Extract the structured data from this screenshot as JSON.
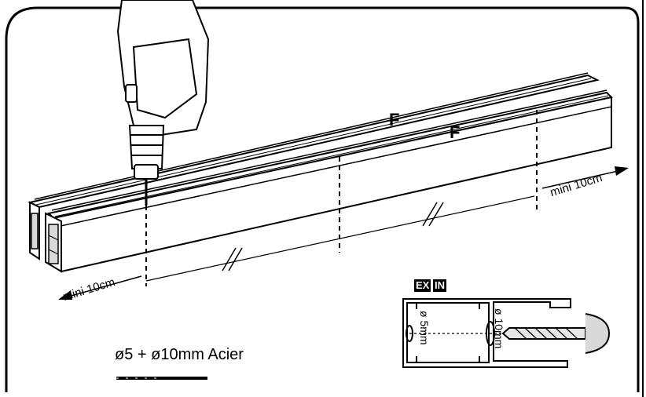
{
  "labels": {
    "mini_left": "mini 10cm",
    "mini_right": "mini 10cm",
    "spec": "ø5 + ø10mm Acier",
    "badge_ex": "EX",
    "badge_in": "IN",
    "diameter_5": "ø 5mm",
    "diameter_10": "ø 10mm",
    "f_upper": "F",
    "f_lower": "F"
  },
  "colors": {
    "line": "#000000",
    "background": "#ffffff",
    "profile_shade": "#d9d9d9"
  }
}
